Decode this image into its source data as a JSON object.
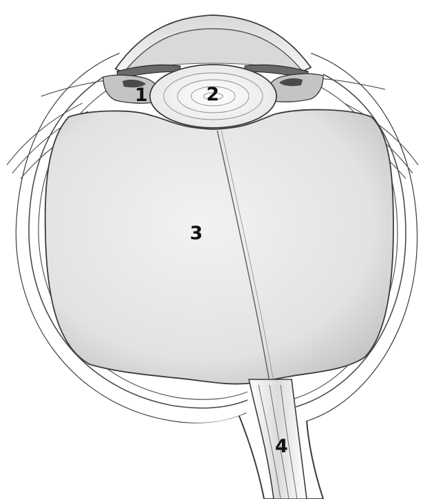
{
  "diagram": {
    "labels": [
      {
        "id": "1",
        "text": "1"
      },
      {
        "id": "2",
        "text": "2"
      },
      {
        "id": "3",
        "text": "3"
      },
      {
        "id": "4",
        "text": "4"
      }
    ],
    "colors": {
      "line": "#3a3a3a",
      "vitreous": "#e4e4e4",
      "lens": "#f4f4f4",
      "ciliary": "#bdbdbd",
      "background": "#ffffff"
    }
  }
}
